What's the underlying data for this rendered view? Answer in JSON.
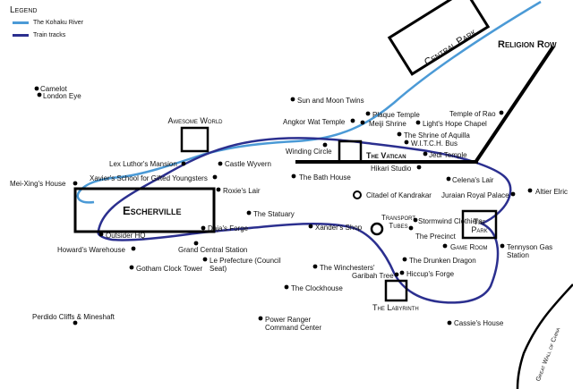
{
  "legend": {
    "title": "Legend",
    "items": [
      {
        "label": "The Kohaku River",
        "color": "#4b9ad6"
      },
      {
        "label": "Train tracks",
        "color": "#2b2f8f"
      }
    ]
  },
  "colors": {
    "river": "#4b9ad6",
    "tracks": "#2b2f8f",
    "road": "#000000"
  },
  "places": {
    "camelot": "Camelot",
    "london_eye": "London Eye",
    "sun_moon": "Sun and Moon Twins",
    "plaque": "Plaque Temple",
    "angkor": "Angkor Wat Temple",
    "meiji": "Meiji Shrine",
    "lights_hope": "Light's Hope Chapel",
    "temple_rao": "Temple of Rao",
    "shrine_aquilla": "The Shrine of Aquilla",
    "witch_bus": "W.I.T.C.H. Bus",
    "winding_circle": "Winding Circle",
    "jedi_temple": "Jedi Temple",
    "hikari": "Hikari Studio",
    "lex": "Lex Luthor's Mansion",
    "castle_wyvern": "Castle Wyvern",
    "mei_xing": "Mei-Xing's House",
    "xavier": "Xavier's School for Gifted Youngsters",
    "bath_house": "The Bath House",
    "roxie": "Roxie's Lair",
    "celena": "Celena's Lair",
    "altier": "Altier Elric",
    "citadel": "Citadel of Kandrakar",
    "juraian": "Juraian Royal Palace",
    "statuary": "The Statuary",
    "daja": "Daja's Forge",
    "xander": "Xander's Shop",
    "stormwind": "Stormwind Clothiers",
    "outsider": "Outsider HQ",
    "precinct": "The Precinct",
    "howard": "Howard's Warehouse",
    "grand_central": "Grand Central Station",
    "game_room": "Game Room",
    "tennyson": "Tennyson Gas Station",
    "gotham": "Gotham Clock Tower",
    "prefecture": "Le Prefecture (Council Seat)",
    "drunken_dragon": "The Drunken Dragon",
    "winchesters": "The Winchesters'",
    "hiccup": "Hiccup's Forge",
    "garibah": "Garibah Tree",
    "clockhouse": "The Clockhouse",
    "perdido": "Perdido Cliffs & Mineshaft",
    "power_ranger": "Power Ranger Command Center",
    "cassie": "Cassie's House"
  },
  "areas": {
    "central_park": "Central Park",
    "religion_row": "Religion Row",
    "awesome_world": "Awesome World",
    "vatican": "The Vatican",
    "escherville": "Escherville",
    "transport_tubes": "Transport Tubes",
    "the_park": "The Park",
    "labyrinth": "The Labyrinth",
    "great_wall": "Great Wall of China"
  }
}
